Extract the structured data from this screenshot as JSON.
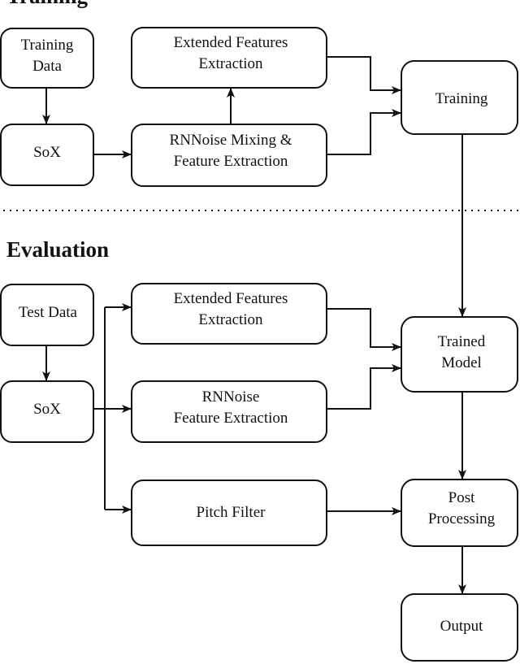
{
  "sections": {
    "training_title": "Training",
    "evaluation_title": "Evaluation"
  },
  "nodes": {
    "training_data": {
      "lines": [
        "Training",
        "Data"
      ]
    },
    "sox_train": {
      "lines": [
        "SoX"
      ]
    },
    "ext_feat_train": {
      "lines": [
        "Extended Features",
        "Extraction"
      ]
    },
    "rnnoise_mix": {
      "lines": [
        "RNNoise Mixing &",
        "Feature Extraction"
      ]
    },
    "training": {
      "lines": [
        "Training"
      ]
    },
    "test_data": {
      "lines": [
        "Test Data"
      ]
    },
    "sox_eval": {
      "lines": [
        "SoX"
      ]
    },
    "ext_feat_eval": {
      "lines": [
        "Extended Features",
        "Extraction"
      ]
    },
    "rnnoise_eval": {
      "lines": [
        "RNNoise",
        "Feature Extraction"
      ]
    },
    "pitch_filter": {
      "lines": [
        "Pitch Filter"
      ]
    },
    "trained_model": {
      "lines": [
        "Trained",
        "Model"
      ]
    },
    "post_processing": {
      "lines": [
        "Post",
        "Processing"
      ]
    },
    "output": {
      "lines": [
        "Output"
      ]
    }
  }
}
